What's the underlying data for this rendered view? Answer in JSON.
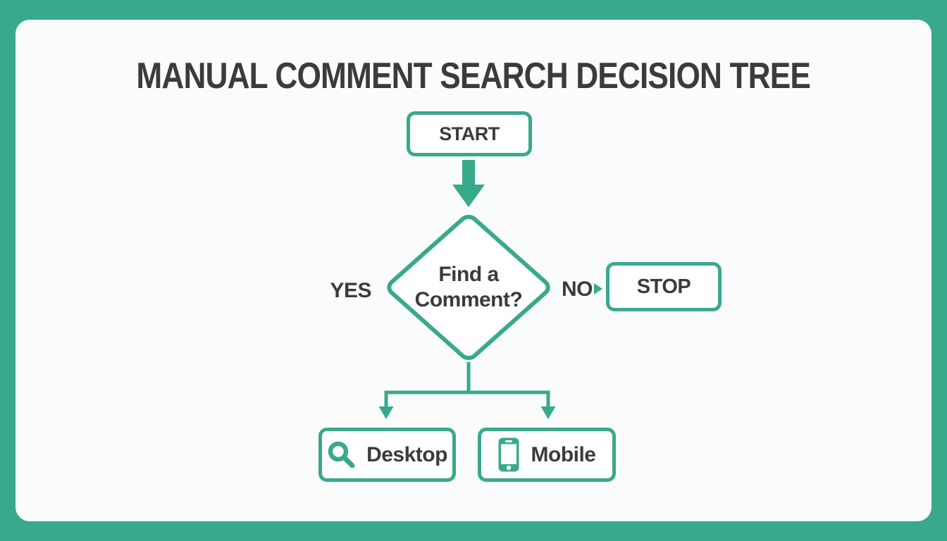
{
  "page": {
    "title": "MANUAL COMMENT SEARCH DECISION TREE"
  },
  "colors": {
    "teal": "#39A98C",
    "text": "#3B3B3B",
    "canvas-bg": "#FAFCFB",
    "node-bg": "#FFFFFF"
  },
  "flowchart": {
    "nodes": {
      "start": {
        "label": "START"
      },
      "decision": {
        "label": "Find a Comment?"
      },
      "stop": {
        "label": "STOP"
      },
      "desktop": {
        "label": "Desktop",
        "icon": "search-icon"
      },
      "mobile": {
        "label": "Mobile",
        "icon": "smartphone-icon"
      }
    },
    "edges": {
      "yes_label": "YES",
      "no_label": "NO"
    }
  }
}
